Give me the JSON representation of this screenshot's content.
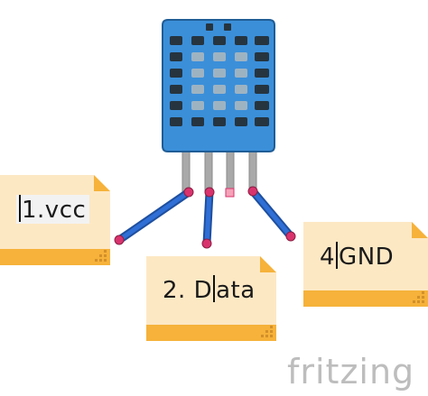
{
  "notes": {
    "vcc_before": "1",
    "vcc_after": ".vcc",
    "data_before": "2. D",
    "data_after": "ata",
    "gnd_before": "4",
    "gnd_after": "GND"
  },
  "watermark": "fritzing",
  "colors": {
    "sensor_body": "#3b8fd9",
    "sensor_outline": "#1f5d96",
    "vent_dark": "#26343f",
    "vent_light": "#9eb3c2",
    "wire": "#2b63c6",
    "wire_end": "#d9336d",
    "note_fill": "#fde8c4",
    "note_band": "#f6b23a"
  }
}
